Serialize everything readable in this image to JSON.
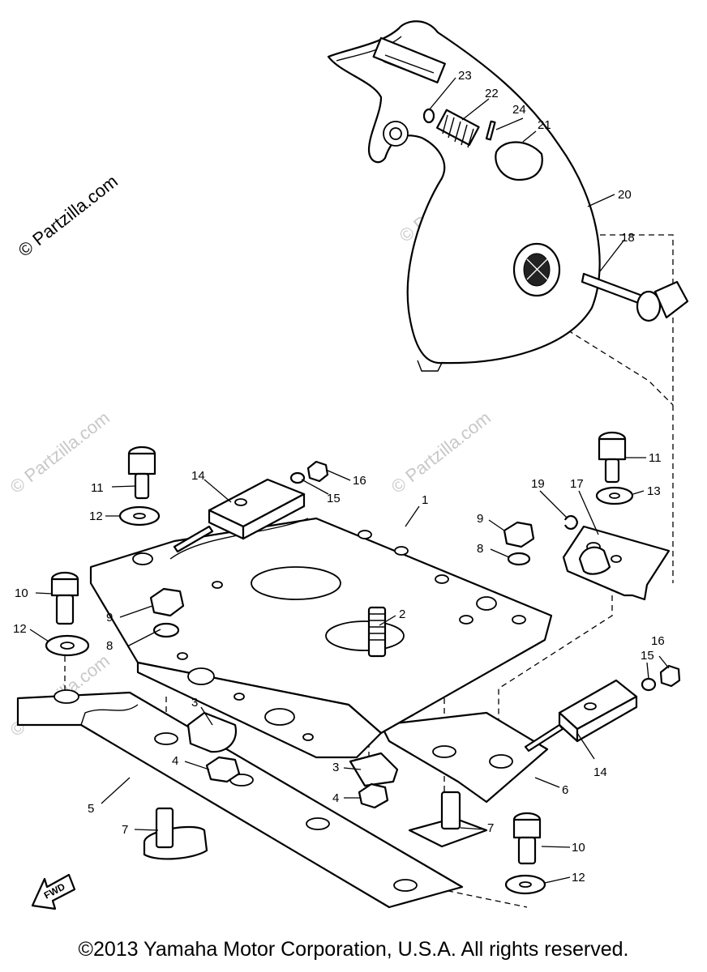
{
  "watermark": "© Partzilla.com",
  "copyright": "©2013 Yamaha Motor Corporation, U.S.A. All rights reserved.",
  "fwd_label": "FWD",
  "callouts": [
    "1",
    "2",
    "3",
    "3",
    "4",
    "4",
    "5",
    "6",
    "7",
    "7",
    "8",
    "8",
    "9",
    "9",
    "10",
    "10",
    "11",
    "11",
    "12",
    "12",
    "12",
    "13",
    "14",
    "14",
    "15",
    "15",
    "16",
    "16",
    "17",
    "18",
    "19",
    "20",
    "21",
    "22",
    "23",
    "24"
  ]
}
